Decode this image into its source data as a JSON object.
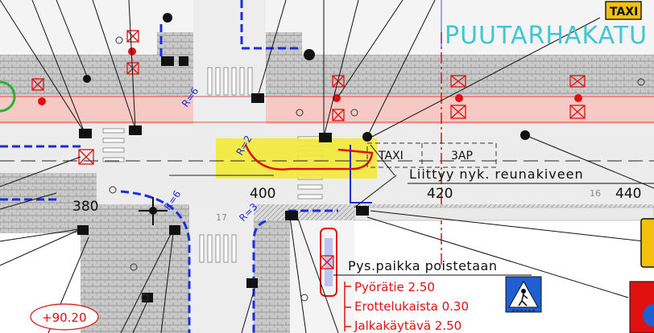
{
  "title": "PUUTARHAKATU",
  "taxi_sign": "TAXI",
  "parking_labels": {
    "taxi": "TAXI",
    "ap": "3AP"
  },
  "stations": [
    "380",
    "400",
    "420",
    "440"
  ],
  "faint_numbers": [
    "17",
    "16"
  ],
  "radii": [
    "R=6",
    "R=2",
    "R=6",
    "R=3"
  ],
  "notes": {
    "curb": "Liittyy nyk. reunakiveen",
    "parking_removed": "Pys.paikka poistetaan",
    "cycle_path": "Pyörätie 2.50",
    "separator": "Erottelukaista 0.30",
    "sidewalk": "Jalkakäytävä 2.50"
  },
  "elevation": "+90.20",
  "colors": {
    "road_pink": "#f6c9c4",
    "paving": "#b7b7b7",
    "asphalt": "#ededed",
    "highlight": "#f2ea36",
    "title_cyan": "#3fc7d3",
    "red": "#e01010",
    "blue": "#1a2ee0"
  }
}
